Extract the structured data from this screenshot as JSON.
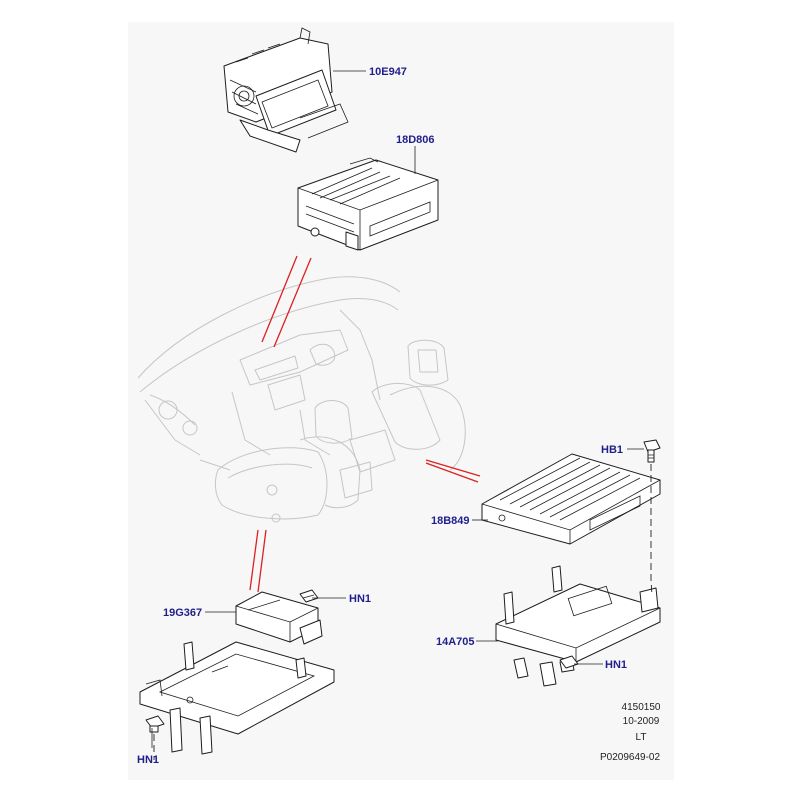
{
  "callouts": {
    "display": "10E947",
    "audio_head": "18D806",
    "bolt_hb1": "HB1",
    "amplifier": "18B849",
    "module": "19G367",
    "nut_hn1_a": "HN1",
    "bracket": "14A705",
    "nut_hn1_b": "HN1",
    "nut_hn1_c": "HN1"
  },
  "footer": {
    "ref_number": "4150150",
    "date": "10-2009",
    "code": "LT",
    "drawing_id": "P0209649-02"
  },
  "colors": {
    "callout_text": "#1f1f8c",
    "leader_red": "#dd2020",
    "panel_bg": "#f7f7f7"
  }
}
